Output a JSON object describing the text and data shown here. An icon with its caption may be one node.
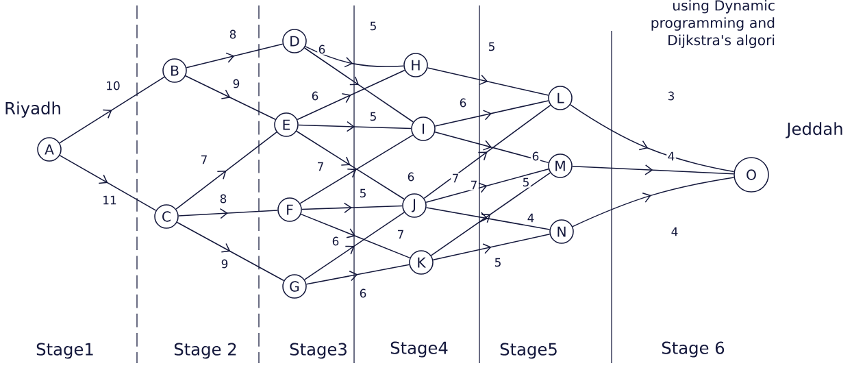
{
  "diagram": {
    "nodes": [
      {
        "text": [
          "A"
        ],
        "beside": [
          "Riyadh"
        ]
      },
      {
        "text": [
          "B"
        ]
      },
      {
        "text": [
          "C"
        ]
      },
      {
        "text": [
          "D"
        ]
      },
      {
        "text": [
          "E"
        ]
      },
      {
        "text": [
          "F"
        ]
      },
      {
        "text": [
          "G"
        ]
      },
      {
        "text": [
          "H"
        ]
      },
      {
        "text": [
          "I"
        ]
      },
      {
        "text": [
          "J"
        ]
      },
      {
        "text": [
          "K"
        ]
      },
      {
        "text": [
          "L"
        ]
      },
      {
        "text": [
          "M"
        ]
      },
      {
        "text": [
          "N"
        ]
      },
      {
        "text": [
          "O"
        ],
        "beside": [
          "Jeddah"
        ]
      }
    ],
    "edges": [
      {
        "from": 0,
        "to": 1,
        "arrow": "to",
        "label": "10"
      },
      {
        "from": 0,
        "to": 2,
        "arrow": "to",
        "label": "11"
      },
      {
        "from": 1,
        "to": 3,
        "arrow": "to",
        "label": "8"
      },
      {
        "from": 1,
        "to": 4,
        "arrow": "to",
        "label": "9"
      },
      {
        "from": 2,
        "to": 4,
        "arrow": "to",
        "label": "7"
      },
      {
        "from": 2,
        "to": 5,
        "arrow": "to",
        "label": "8"
      },
      {
        "from": 2,
        "to": 6,
        "arrow": "to",
        "label": "9"
      },
      {
        "from": 3,
        "to": 7,
        "arrow": "to",
        "label": "5"
      },
      {
        "from": 3,
        "to": 8,
        "arrow": "to",
        "label": "6"
      },
      {
        "from": 4,
        "to": 7,
        "arrow": "to",
        "label": "6"
      },
      {
        "from": 4,
        "to": 8,
        "arrow": "to",
        "label": "5"
      },
      {
        "from": 4,
        "to": 9,
        "arrow": "to",
        "label": "6"
      },
      {
        "from": 5,
        "to": 8,
        "arrow": "to",
        "label": "7"
      },
      {
        "from": 5,
        "to": 9,
        "arrow": "to",
        "label": "5"
      },
      {
        "from": 5,
        "to": 10,
        "arrow": "to",
        "label": "7"
      },
      {
        "from": 6,
        "to": 9,
        "arrow": "to",
        "label": "6"
      },
      {
        "from": 6,
        "to": 10,
        "arrow": "to",
        "label": "6"
      },
      {
        "from": 7,
        "to": 11,
        "arrow": "to",
        "label": "5"
      },
      {
        "from": 8,
        "to": 11,
        "arrow": "to",
        "label": "6"
      },
      {
        "from": 8,
        "to": 12,
        "arrow": "to",
        "label": "6"
      },
      {
        "from": 9,
        "to": 11,
        "arrow": "to",
        "label": "7"
      },
      {
        "from": 9,
        "to": 12,
        "arrow": "to",
        "label": "7"
      },
      {
        "from": 9,
        "to": 13,
        "arrow": "to",
        "label": "4"
      },
      {
        "from": 10,
        "to": 12,
        "arrow": "to",
        "label": "5"
      },
      {
        "from": 10,
        "to": 13,
        "arrow": "to",
        "label": "5"
      },
      {
        "from": 11,
        "to": 14,
        "arrow": "to",
        "label": "3"
      },
      {
        "from": 12,
        "to": 14,
        "arrow": "to",
        "label": "4"
      },
      {
        "from": 13,
        "to": 14,
        "arrow": "to",
        "label": "4"
      }
    ],
    "labels": [
      "using Dynamic programming and Dijkstra's algori",
      "Stage1",
      "Stage 2",
      "Stage3",
      "Stage4",
      "Stage5",
      "Stage 6"
    ]
  }
}
